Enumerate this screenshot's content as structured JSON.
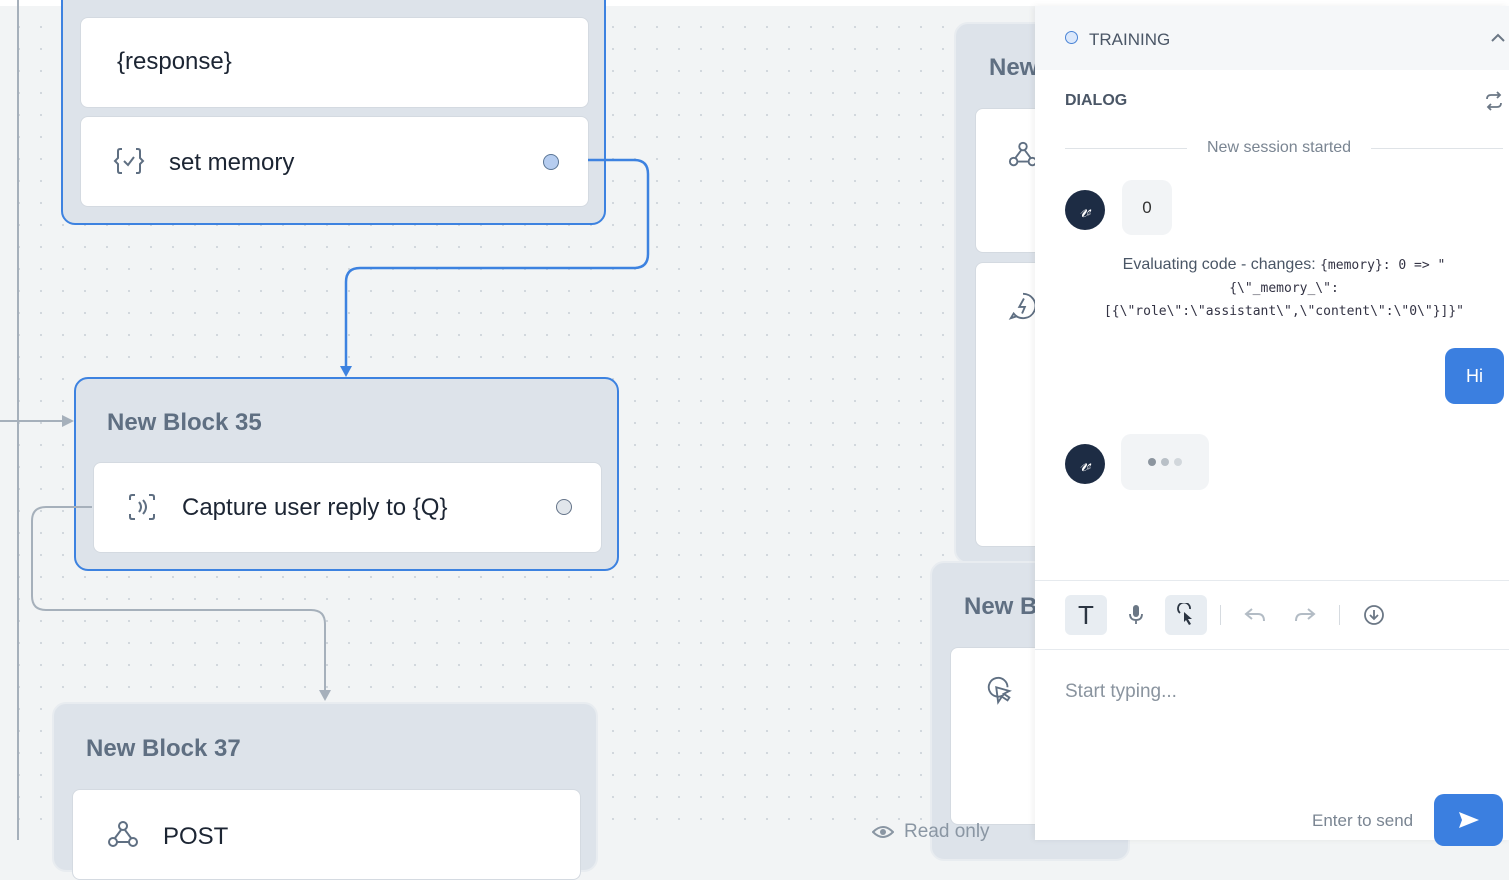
{
  "canvas": {
    "top_block": {
      "steps": [
        "{response}",
        "set memory"
      ]
    },
    "block35": {
      "title": "New Block 35",
      "step": "Capture user reply to {Q}"
    },
    "block37": {
      "title": "New Block 37",
      "step": "POST"
    },
    "right_block_a": {
      "title": "New"
    },
    "right_block_b": {
      "title": "New B"
    },
    "read_only": "Read only"
  },
  "panel": {
    "header": {
      "label": "TRAINING"
    },
    "dialog": {
      "title": "DIALOG",
      "session_divider": "New session started",
      "bot_message_1": "0",
      "eval_prefix": "Evaluating code - changes: ",
      "eval_var": "{memory}",
      "eval_arrow": ": 0 => \"",
      "eval_line2": "{\\\"_memory_\\\":",
      "eval_line3": "[{\\\"role\\\":\\\"assistant\\\",\\\"content\\\":\\\"0\\\"}]}\"",
      "user_message_1": "Hi"
    },
    "toolbar": {
      "text_mode_label": "T"
    },
    "input": {
      "placeholder": "Start typing...",
      "hint": "Enter to send"
    }
  },
  "colors": {
    "accent": "#3b7fe0",
    "block_bg": "#dde3ea",
    "avatar_bg": "#1d2c44"
  }
}
